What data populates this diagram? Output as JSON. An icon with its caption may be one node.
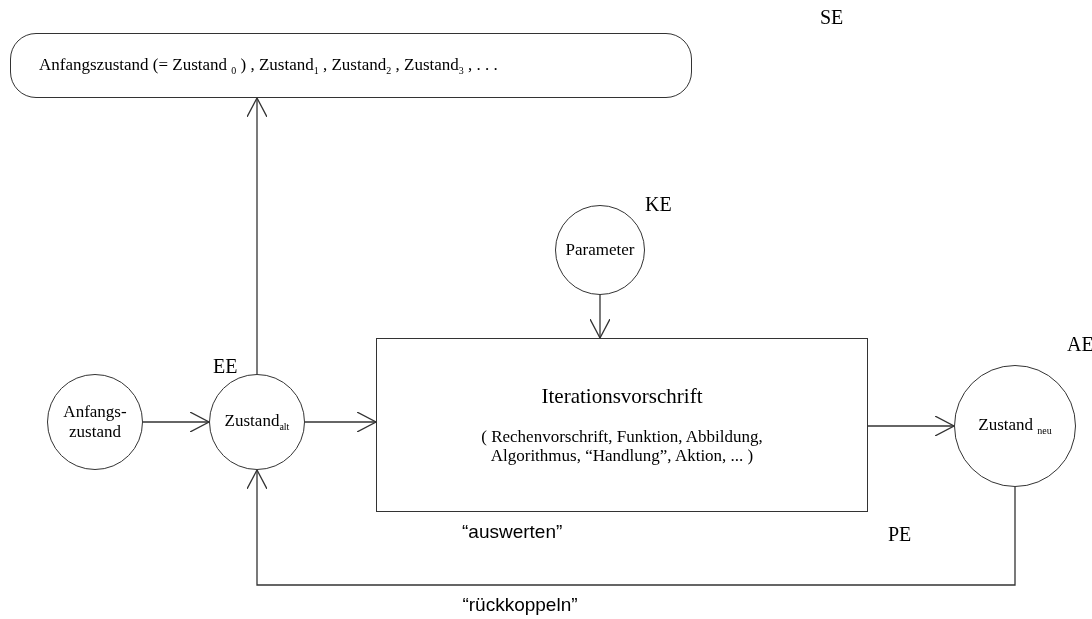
{
  "diagram": {
    "nodes": [
      {
        "text": [
          "Anfangszustand (= Zustand $_{0}$ ) , Zustand$_{1}$ , Zustand$_{2}$ , Zustand$_{3}$ , . . ."
        ]
      },
      {
        "text": [
          "Parameter"
        ],
        "beside": [
          "KE"
        ]
      },
      {
        "text": [
          "Anfangs- zustand"
        ]
      },
      {
        "text": [
          "Zustand$_{alt}$"
        ],
        "beside": [
          "EE"
        ]
      },
      {
        "text": [
          "Iterationsvorschrift",
          "( Rechenvorschrift, Funktion, Abbildung, Algorithmus, “Handlung”, Aktion, ... )"
        ],
        "beside": [
          "“auswerten”",
          "PE"
        ]
      },
      {
        "text": [
          "Zustand $_{neu}$"
        ],
        "beside": [
          "AE"
        ]
      }
    ],
    "edges": [
      {
        "from": 3,
        "to": 0,
        "arrow": "to"
      },
      {
        "from": 1,
        "to": 4,
        "arrow": "to"
      },
      {
        "from": 2,
        "to": 3,
        "arrow": "to"
      },
      {
        "from": 3,
        "to": 4,
        "arrow": "to"
      },
      {
        "from": 4,
        "to": 5,
        "arrow": "to"
      },
      {
        "from": 5,
        "to": 3,
        "arrow": "to",
        "label": "“rückkoppeln”"
      }
    ],
    "labels": [
      "SE"
    ]
  }
}
